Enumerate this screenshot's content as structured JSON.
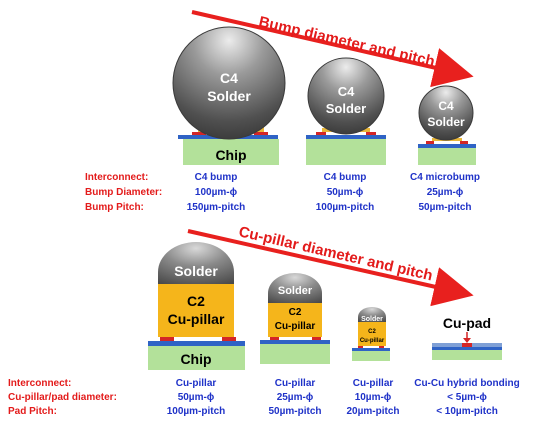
{
  "colors": {
    "arrow": "#e8201e",
    "red_text": "#e31b1b",
    "blue_text": "#1f32c8",
    "chip": "#b3e19a",
    "copper": "#f5b51b",
    "solder_dark": "#4a4a4a",
    "solder_light": "#c9c9c9",
    "pad_blue": "#2f63c5",
    "pad_red": "#d42626"
  },
  "top": {
    "arrow_label": "Bump diameter and pitch",
    "chip_label": "Chip",
    "bumps": [
      {
        "label_line1": "C4",
        "label_line2": "Solder"
      },
      {
        "label_line1": "C4",
        "label_line2": "Solder"
      },
      {
        "label_line1": "C4",
        "label_line2": "Solder"
      }
    ],
    "row_labels": [
      "Interconnect:",
      "Bump Diameter:",
      "Bump Pitch:"
    ],
    "columns": [
      {
        "interconnect": "C4 bump",
        "diameter": "100µm-ϕ",
        "pitch": "150µm-pitch"
      },
      {
        "interconnect": "C4 bump",
        "diameter": "50µm-ϕ",
        "pitch": "100µm-pitch"
      },
      {
        "interconnect": "C4 microbump",
        "diameter": "25µm-ϕ",
        "pitch": "50µm-pitch"
      }
    ]
  },
  "bottom": {
    "arrow_label": "Cu-pillar diameter and pitch",
    "chip_label": "Chip",
    "pillars": [
      {
        "solder": "Solder",
        "pillar_line1": "C2",
        "pillar_line2": "Cu-pillar"
      },
      {
        "solder": "Solder",
        "pillar_line1": "C2",
        "pillar_line2": "Cu-pillar"
      },
      {
        "solder": "Solder",
        "pillar_line1": "C2",
        "pillar_line2": "Cu-pillar"
      }
    ],
    "cu_pad_label": "Cu-pad",
    "row_labels": [
      "Interconnect:",
      "Cu-pillar/pad diameter:",
      "Pad Pitch:"
    ],
    "columns": [
      {
        "interconnect": "Cu-pillar",
        "diameter": "50µm-ϕ",
        "pitch": "100µm-pitch"
      },
      {
        "interconnect": "Cu-pillar",
        "diameter": "25µm-ϕ",
        "pitch": "50µm-pitch"
      },
      {
        "interconnect": "Cu-pillar",
        "diameter": "10µm-ϕ",
        "pitch": "20µm-pitch"
      },
      {
        "interconnect": "Cu-Cu hybrid bonding",
        "diameter": "< 5µm-ϕ",
        "pitch": "< 10µm-pitch"
      }
    ]
  }
}
